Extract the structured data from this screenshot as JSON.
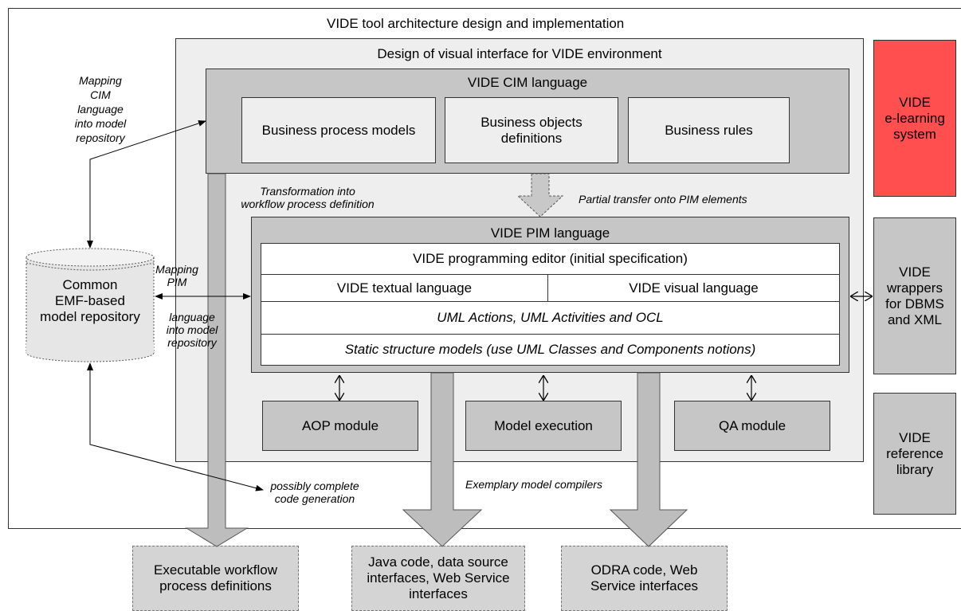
{
  "outer": {
    "title": "VIDE tool architecture design and implementation"
  },
  "visual_interface": {
    "title": "Design of visual interface for VIDE environment"
  },
  "cim": {
    "title": "VIDE CIM language",
    "items": [
      "Business process models",
      "Business objects\ndefinitions",
      "Business rules"
    ]
  },
  "pim": {
    "title": "VIDE PIM language",
    "editor": "VIDE programming editor (initial specification)",
    "textual": "VIDE textual language",
    "visual": "VIDE visual language",
    "uml": "UML Actions, UML Activities and OCL",
    "static": "Static structure models (use UML Classes and Components notions)"
  },
  "modules": [
    "AOP module",
    "Model execution",
    "QA module"
  ],
  "side": {
    "elearning": "VIDE\ne-learning\nsystem",
    "wrappers": "VIDE\nwrappers\nfor DBMS\nand XML",
    "reference": "VIDE\nreference\nlibrary"
  },
  "repository": {
    "label": "Common\nEMF-based\nmodel repository"
  },
  "annotations": {
    "mapping_cim": "Mapping\nCIM\nlanguage\ninto model\nrepository",
    "mapping_pim_top": "Mapping\nPIM",
    "mapping_pim_bottom": "language\ninto model\nrepository",
    "transformation": "Transformation into\nworkflow process definition",
    "partial_transfer": "Partial transfer onto PIM elements",
    "code_generation": "possibly complete\ncode generation",
    "compilers": "Exemplary model compilers"
  },
  "outputs": [
    "Executable workflow\nprocess definitions",
    "Java code, data source\ninterfaces, Web Service\ninterfaces",
    "ODRA code, Web\nService interfaces"
  ],
  "colors": {
    "elearning": "#ff4f4f",
    "gray_box": "#c6c6c6",
    "light_box": "#eeeeee"
  }
}
